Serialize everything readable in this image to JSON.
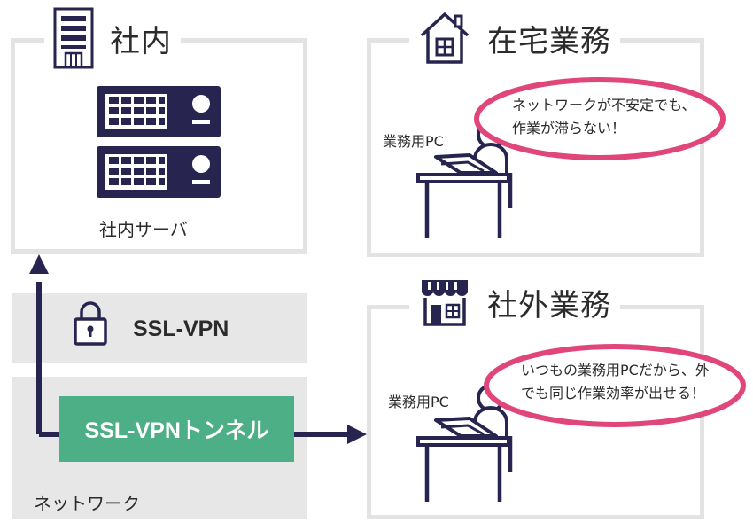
{
  "office": {
    "title": "社内",
    "server_caption": "社内サーバ",
    "icons": [
      "building-icon",
      "server-icon"
    ]
  },
  "home": {
    "title": "在宅業務",
    "pc_label": "業務用PC",
    "bubble_line1": "ネットワークが不安定でも、",
    "bubble_line2": "作業が滞らない！",
    "icons": [
      "house-icon",
      "worker-at-desk-icon"
    ]
  },
  "outside": {
    "title": "社外業務",
    "pc_label": "業務用PC",
    "bubble_line1": "いつもの業務用PCだから、外",
    "bubble_line2": "でも同じ作業効率が出せる！",
    "icons": [
      "shop-icon",
      "worker-at-desk-icon"
    ]
  },
  "network": {
    "vpn_label": "SSL-VPN",
    "tunnel_label": "SSL-VPNトンネル",
    "network_label": "ネットワーク",
    "icons": [
      "lock-icon",
      "arrow-up-icon",
      "arrow-right-icon"
    ]
  },
  "colors": {
    "navy": "#27254f",
    "tunnel_green": "#4caf85",
    "bubble_pink": "#e0457b",
    "panel_border": "#e3e3e3",
    "band_grey": "#e7e7e7"
  }
}
